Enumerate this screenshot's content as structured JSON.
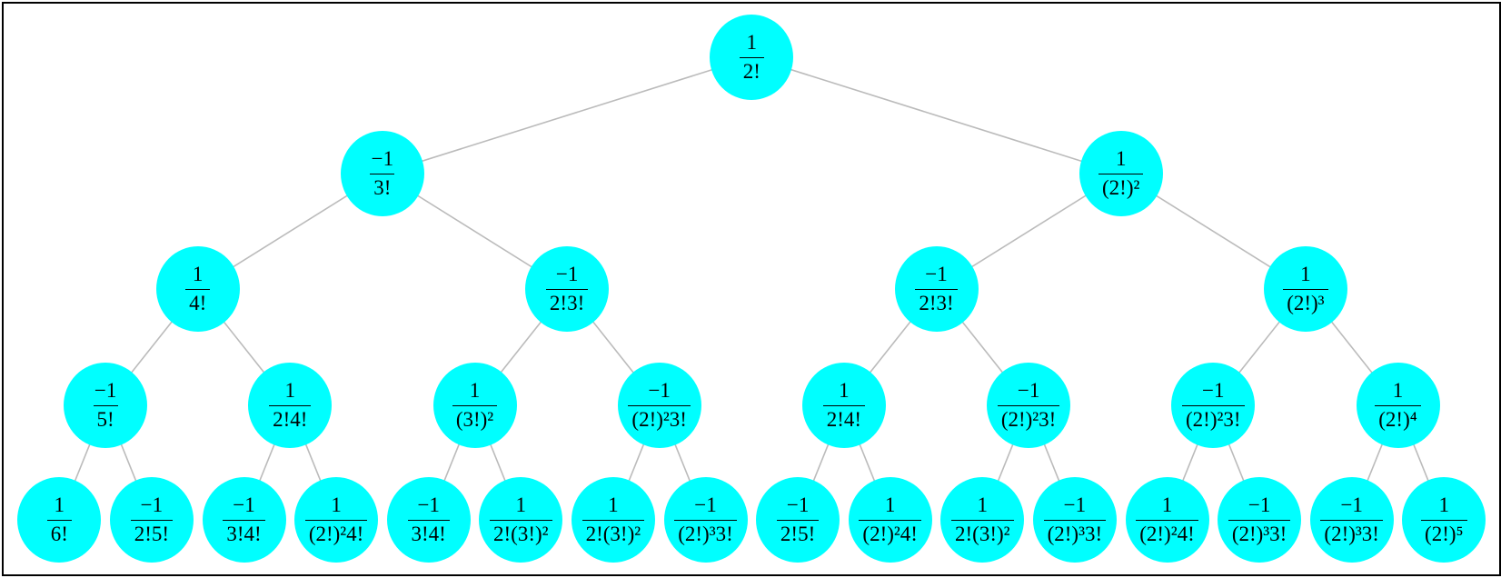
{
  "tree": {
    "edge_color": "#bbbbbb",
    "node_color": "#00ffff",
    "levels": [
      [
        {
          "num": "1",
          "den": "2!"
        }
      ],
      [
        {
          "num": "−1",
          "den": "3!"
        },
        {
          "num": "1",
          "den": "(2!)²"
        }
      ],
      [
        {
          "num": "1",
          "den": "4!"
        },
        {
          "num": "−1",
          "den": "2!3!"
        },
        {
          "num": "−1",
          "den": "2!3!"
        },
        {
          "num": "1",
          "den": "(2!)³"
        }
      ],
      [
        {
          "num": "−1",
          "den": "5!"
        },
        {
          "num": "1",
          "den": "2!4!"
        },
        {
          "num": "1",
          "den": "(3!)²"
        },
        {
          "num": "−1",
          "den": "(2!)²3!"
        },
        {
          "num": "1",
          "den": "2!4!"
        },
        {
          "num": "−1",
          "den": "(2!)²3!"
        },
        {
          "num": "−1",
          "den": "(2!)²3!"
        },
        {
          "num": "1",
          "den": "(2!)⁴"
        }
      ],
      [
        {
          "num": "1",
          "den": "6!"
        },
        {
          "num": "−1",
          "den": "2!5!"
        },
        {
          "num": "−1",
          "den": "3!4!"
        },
        {
          "num": "1",
          "den": "(2!)²4!"
        },
        {
          "num": "−1",
          "den": "3!4!"
        },
        {
          "num": "1",
          "den": "2!(3!)²"
        },
        {
          "num": "1",
          "den": "2!(3!)²"
        },
        {
          "num": "−1",
          "den": "(2!)³3!"
        },
        {
          "num": "−1",
          "den": "2!5!"
        },
        {
          "num": "1",
          "den": "(2!)²4!"
        },
        {
          "num": "1",
          "den": "2!(3!)²"
        },
        {
          "num": "−1",
          "den": "(2!)³3!"
        },
        {
          "num": "1",
          "den": "(2!)²4!"
        },
        {
          "num": "−1",
          "den": "(2!)³3!"
        },
        {
          "num": "−1",
          "den": "(2!)³3!"
        },
        {
          "num": "1",
          "den": "(2!)⁵"
        }
      ]
    ]
  }
}
